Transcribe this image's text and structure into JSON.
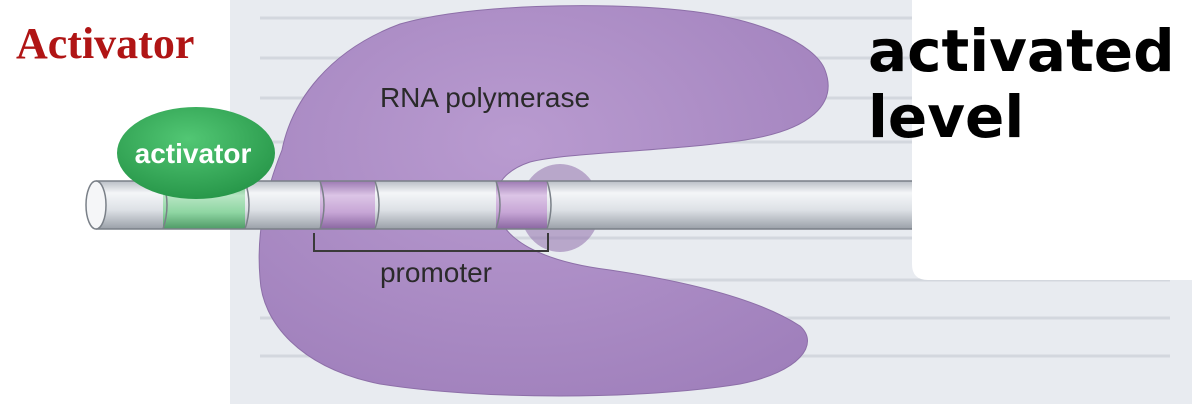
{
  "heading": "Activator",
  "result": {
    "line1": "activated",
    "line2": "level"
  },
  "labels": {
    "polymerase": "RNA polymerase",
    "activator": "activator",
    "promoter": "promoter"
  },
  "colors": {
    "heading": "#b01515",
    "polymerase": "#ad8ec7",
    "activator": "#3db35f",
    "activator_site": "#8fd6a3",
    "promoter_site": "#c7a6d6",
    "dna": "#dfe3e8",
    "page_background": "#e8ebf0"
  }
}
